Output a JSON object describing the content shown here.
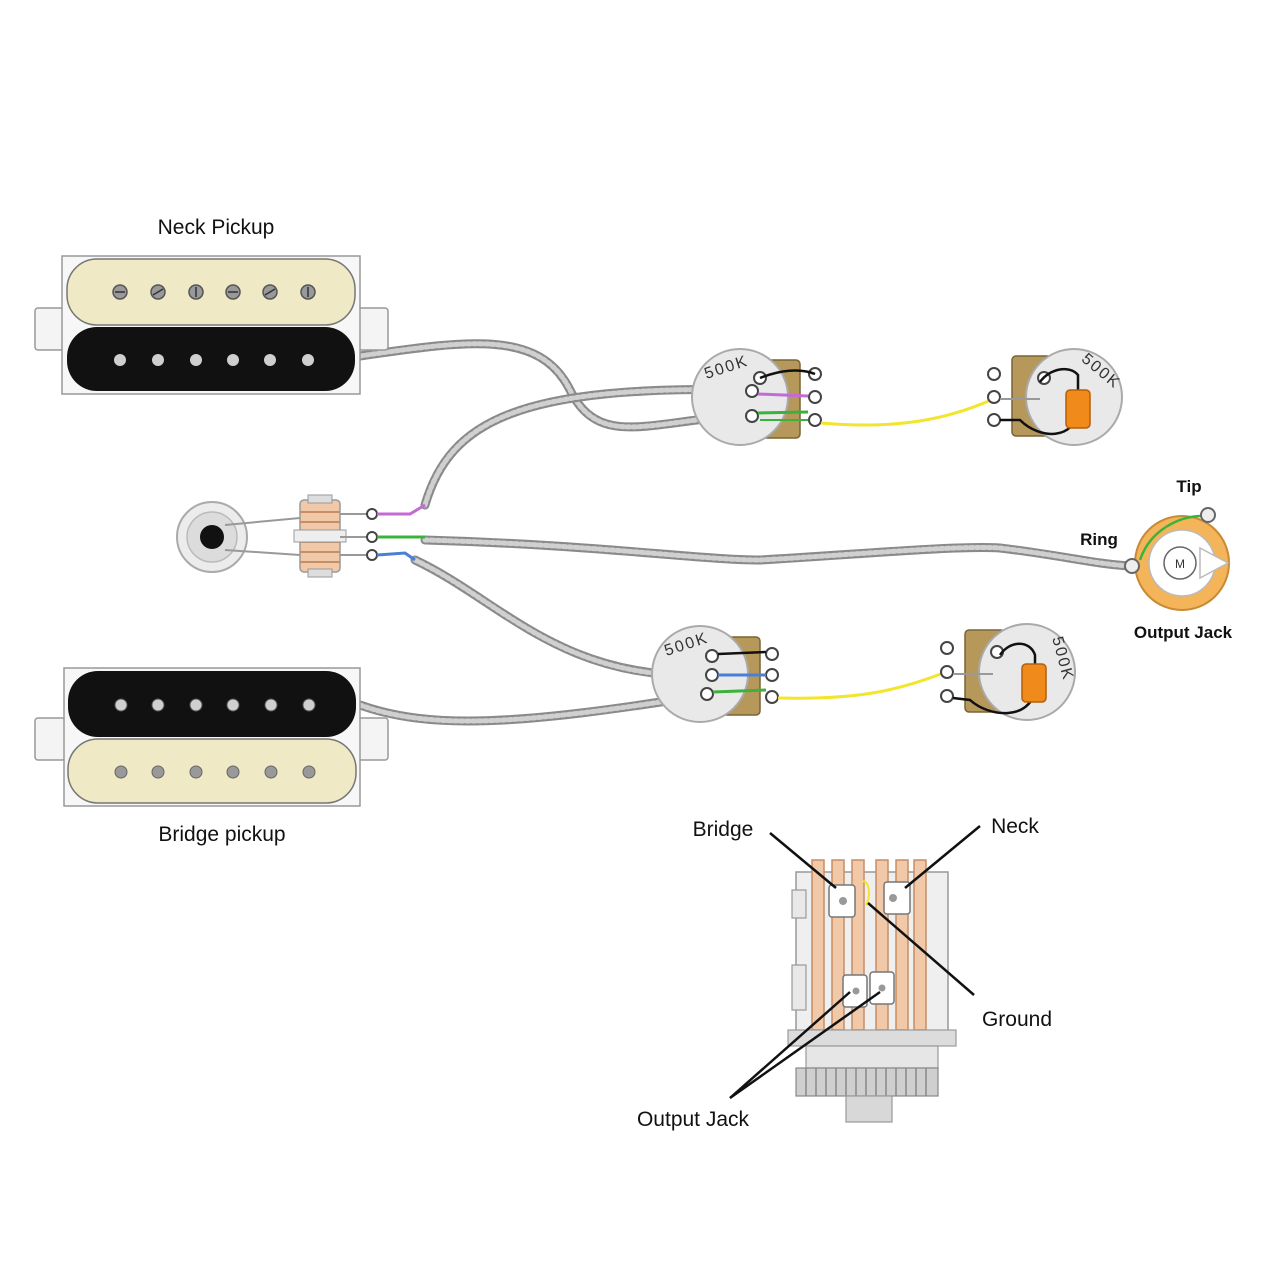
{
  "labels": {
    "neck_pickup": "Neck Pickup",
    "bridge_pickup": "Bridge pickup",
    "tip": "Tip",
    "ring": "Ring",
    "output_jack": "Output Jack",
    "switch_bridge": "Bridge",
    "switch_neck": "Neck",
    "switch_ground": "Ground",
    "switch_output_jack": "Output Jack"
  },
  "pots": [
    {
      "id": "neck-volume",
      "value": "500K"
    },
    {
      "id": "neck-tone",
      "value": "500K"
    },
    {
      "id": "bridge-volume",
      "value": "500K"
    },
    {
      "id": "bridge-tone",
      "value": "500K"
    }
  ],
  "jack_center_mark": "M",
  "colors": {
    "cream": "#efe9c6",
    "pickup_black": "#111111",
    "shielded_wire": "#b8b8b8",
    "yellow_wire": "#f2e52c",
    "green_wire": "#3bb33b",
    "purple_wire": "#c46ad6",
    "blue_wire": "#4a7fd8",
    "capacitor": "#f08a1a",
    "jack_ring": "#f4b45a",
    "switch_copper": "#f2c9a8",
    "pot_brass": "#b5985a"
  },
  "icons": [
    "pickup-humbucker-icon",
    "potentiometer-icon",
    "capacitor-icon",
    "toggle-switch-icon",
    "output-jack-icon"
  ]
}
